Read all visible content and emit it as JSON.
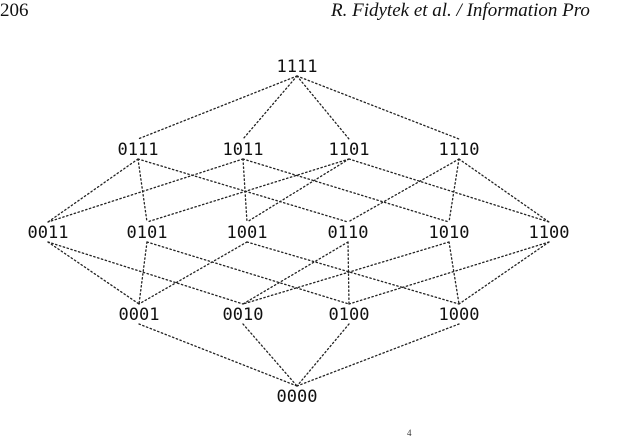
{
  "header": {
    "page_number": "206",
    "running_title": "R. Fidytek et al. / Information Pro"
  },
  "diagram": {
    "nodes": [
      {
        "id": "1111",
        "label": "1111"
      },
      {
        "id": "0111",
        "label": "0111"
      },
      {
        "id": "1011",
        "label": "1011"
      },
      {
        "id": "1101",
        "label": "1101"
      },
      {
        "id": "1110",
        "label": "1110"
      },
      {
        "id": "0011",
        "label": "0011"
      },
      {
        "id": "0101",
        "label": "0101"
      },
      {
        "id": "1001",
        "label": "1001"
      },
      {
        "id": "0110",
        "label": "0110"
      },
      {
        "id": "1010",
        "label": "1010"
      },
      {
        "id": "1100",
        "label": "1100"
      },
      {
        "id": "0001",
        "label": "0001"
      },
      {
        "id": "0010",
        "label": "0010"
      },
      {
        "id": "0100",
        "label": "0100"
      },
      {
        "id": "1000",
        "label": "1000"
      },
      {
        "id": "0000",
        "label": "0000"
      }
    ],
    "edges": [
      [
        "1111",
        "0111"
      ],
      [
        "1111",
        "1011"
      ],
      [
        "1111",
        "1101"
      ],
      [
        "1111",
        "1110"
      ],
      [
        "0111",
        "0011"
      ],
      [
        "0111",
        "0101"
      ],
      [
        "0111",
        "0110"
      ],
      [
        "1011",
        "0011"
      ],
      [
        "1011",
        "1001"
      ],
      [
        "1011",
        "1010"
      ],
      [
        "1101",
        "0101"
      ],
      [
        "1101",
        "1001"
      ],
      [
        "1101",
        "1100"
      ],
      [
        "1110",
        "0110"
      ],
      [
        "1110",
        "1010"
      ],
      [
        "1110",
        "1100"
      ],
      [
        "0011",
        "0001"
      ],
      [
        "0011",
        "0010"
      ],
      [
        "0101",
        "0001"
      ],
      [
        "0101",
        "0100"
      ],
      [
        "1001",
        "0001"
      ],
      [
        "1001",
        "1000"
      ],
      [
        "0110",
        "0010"
      ],
      [
        "0110",
        "0100"
      ],
      [
        "1010",
        "0010"
      ],
      [
        "1010",
        "1000"
      ],
      [
        "1100",
        "0100"
      ],
      [
        "1100",
        "1000"
      ],
      [
        "0001",
        "0000"
      ],
      [
        "0010",
        "0000"
      ],
      [
        "0100",
        "0000"
      ],
      [
        "1000",
        "0000"
      ]
    ]
  },
  "footer": {
    "stray_mark": "4"
  }
}
